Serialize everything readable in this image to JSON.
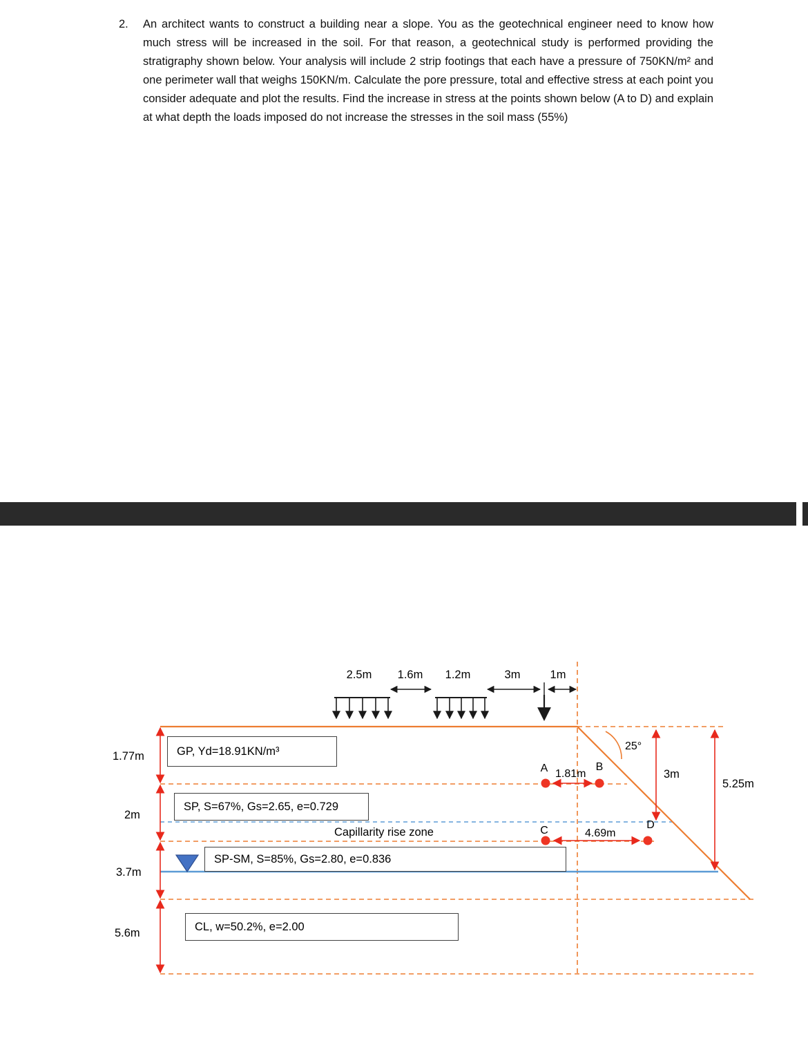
{
  "problem": {
    "number": "2.",
    "text": "An architect wants to construct a building near a slope. You as the geotechnical engineer need to know how much stress will be increased in the soil. For that reason, a geotechnical study is performed providing the stratigraphy shown below. Your analysis will include 2 strip footings that each have a pressure of 750KN/m² and one perimeter wall that weighs 150KN/m. Calculate the pore pressure, total and effective stress at each point you consider adequate and plot the results. Find the increase in stress at the points shown below (A to D) and explain at what depth the loads imposed do not increase the stresses in the soil mass (55%)"
  },
  "diagram": {
    "top_dimensions": {
      "footing1": "2.5m",
      "gap1": "1.6m",
      "footing2": "1.2m",
      "gap2": "3m",
      "gap3": "1m"
    },
    "layers": {
      "gp": {
        "label": "GP, Yd=18.91KN/m³",
        "thickness": "1.77m"
      },
      "sp": {
        "label": "SP, S=67%, Gs=2.65, e=0.729",
        "thickness": "2m"
      },
      "spsm": {
        "label": "SP-SM, S=85%, Gs=2.80, e=0.836",
        "thickness": "3.7m"
      },
      "cl": {
        "label": "CL, w=50.2%, e=2.00",
        "thickness": "5.6m"
      }
    },
    "capillarity_zone": "Capillarity rise zone",
    "points": {
      "a": "A",
      "b": "B",
      "c": "C",
      "d": "D"
    },
    "distances": {
      "ab": "1.81m",
      "cd": "4.69m"
    },
    "slope_angle": "25°",
    "right_dimensions": {
      "inner": "3m",
      "outer": "5.25m"
    },
    "colors": {
      "surface_orange": "#ED7D31",
      "water_blue": "#5B9BD5",
      "marker_red": "#E8291C",
      "triangle_blue": "#4472C4"
    }
  }
}
